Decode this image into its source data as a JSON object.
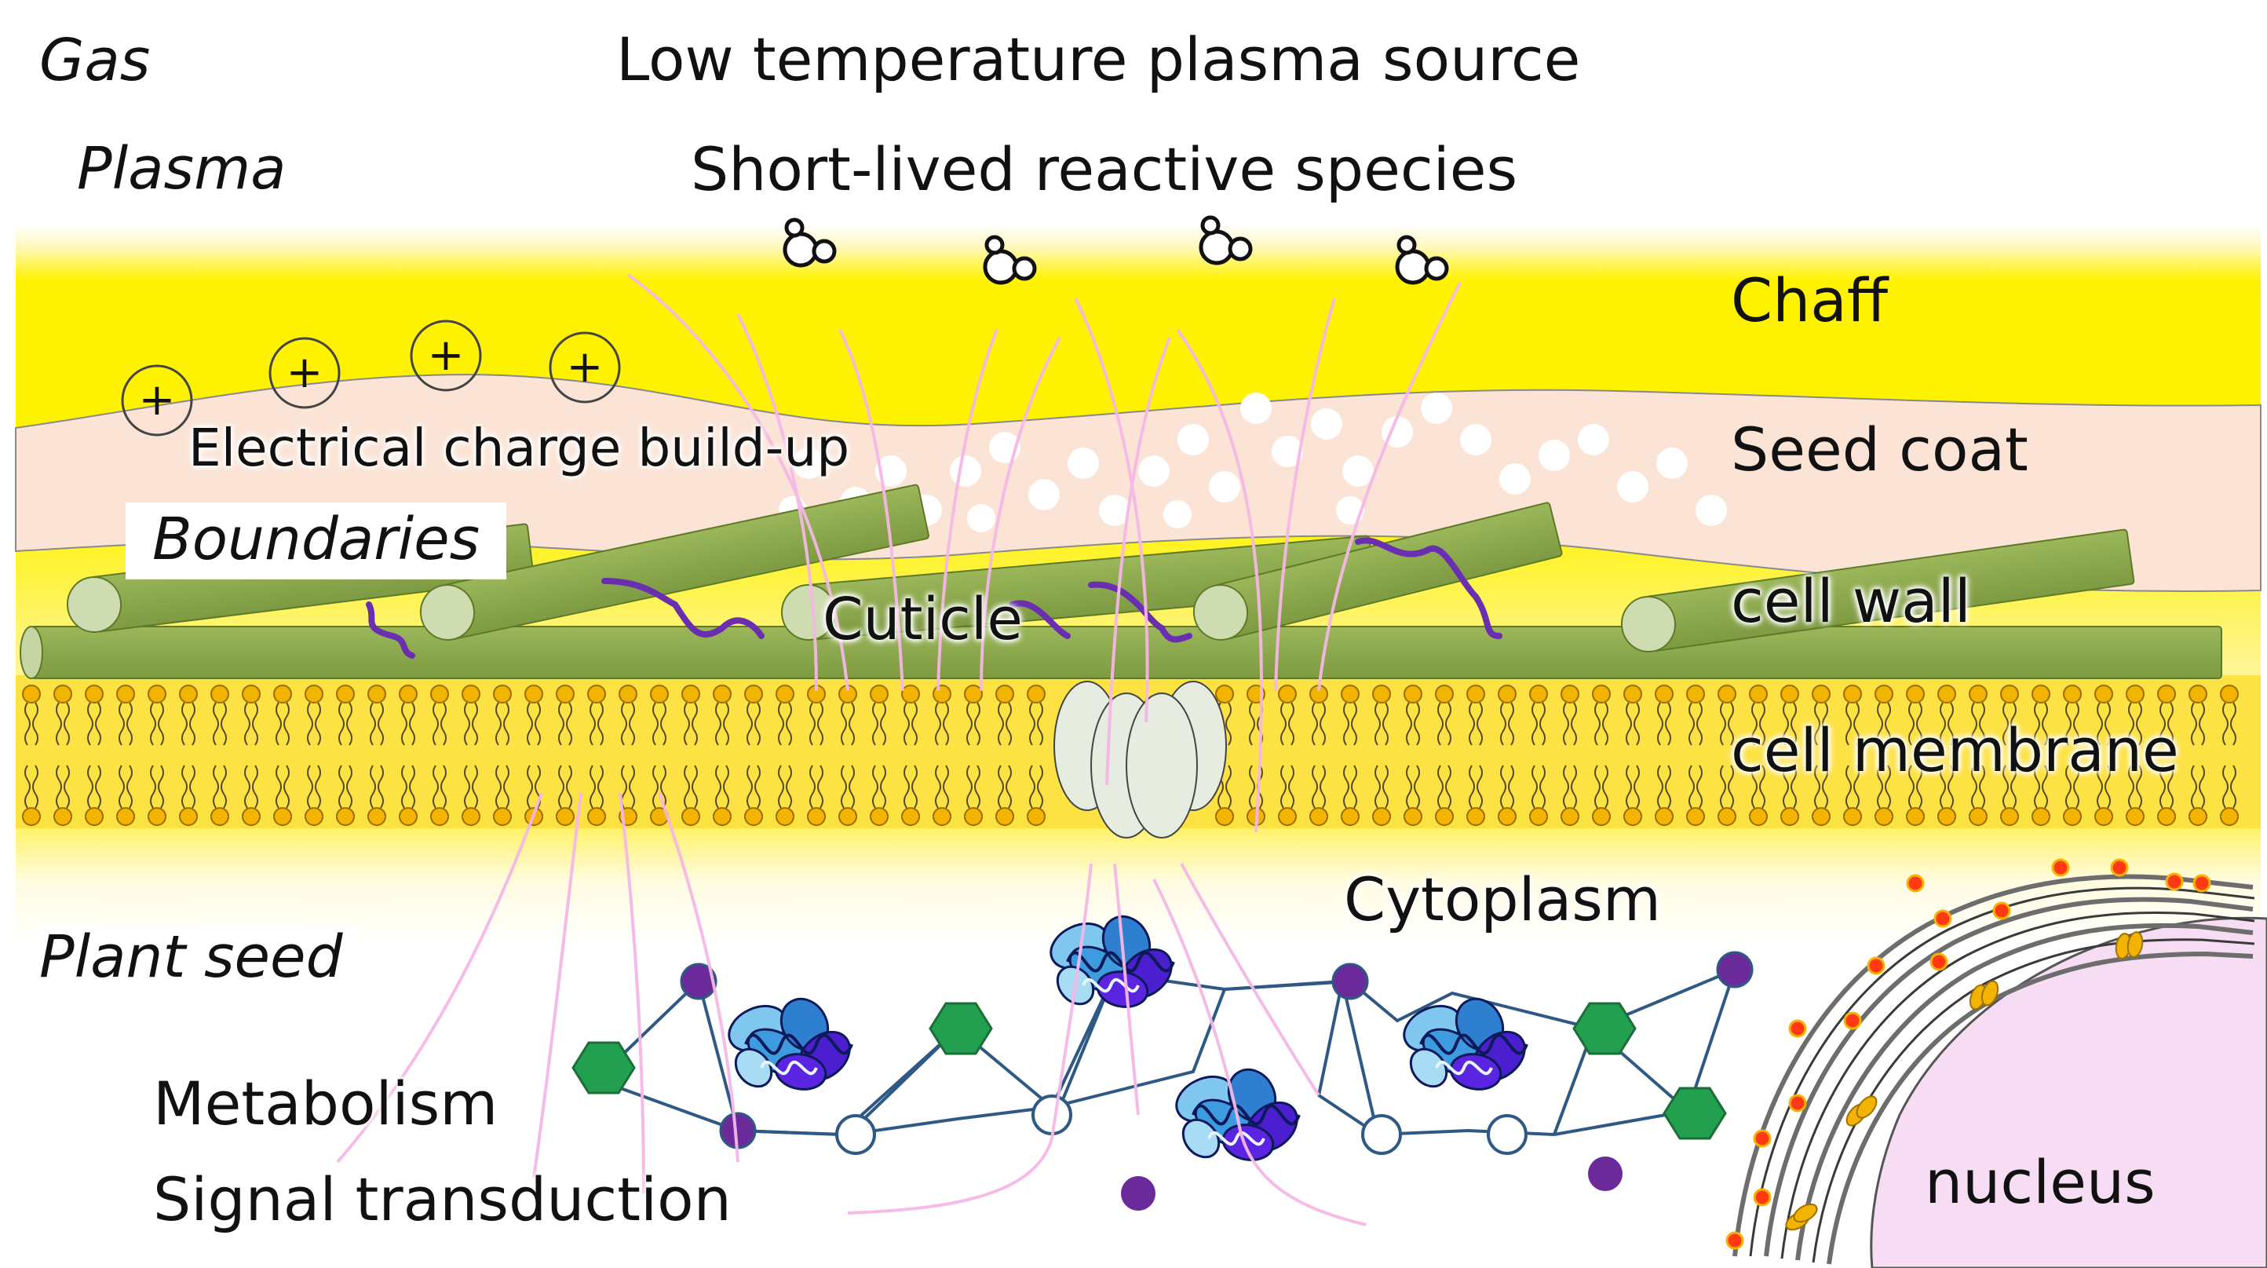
{
  "labels": {
    "gas": "Gas",
    "plasma": "Plasma",
    "boundaries": "Boundaries",
    "plant_seed": "Plant seed",
    "source": "Low temperature plasma source",
    "reactive_species": "Short-lived reactive species",
    "chaff": "Chaff",
    "seed_coat": "Seed coat",
    "cell_wall": "cell wall",
    "cell_membrane": "cell membrane",
    "cuticle": "Cuticle",
    "charge": "Electrical charge build-up",
    "cytoplasm": "Cytoplasm",
    "metabolism": "Metabolism",
    "signal": "Signal transduction",
    "nucleus": "nucleus"
  },
  "charge_symbol": "+",
  "colors": {
    "chaff_yellow": "#fff200",
    "seed_coat": "#fbe4d5",
    "cell_wall_green": "#8faa4e",
    "membrane_yellow": "#fde244",
    "lipid_head": "#f2b400",
    "field_lines": "#f5b8e6",
    "network_line": "#2e5984",
    "hexagon_green": "#22a050",
    "node_purple": "#6b2a9a",
    "protein_blue": "#3d9be0",
    "protein_violet": "#4b1fd0",
    "nucleus_fill": "#f6ddf3",
    "vesicle_red": "#ff3a12"
  },
  "icons": [
    "plus-charge-icon",
    "reactive-molecule-icon",
    "protein-icon",
    "membrane-channel-icon"
  ]
}
